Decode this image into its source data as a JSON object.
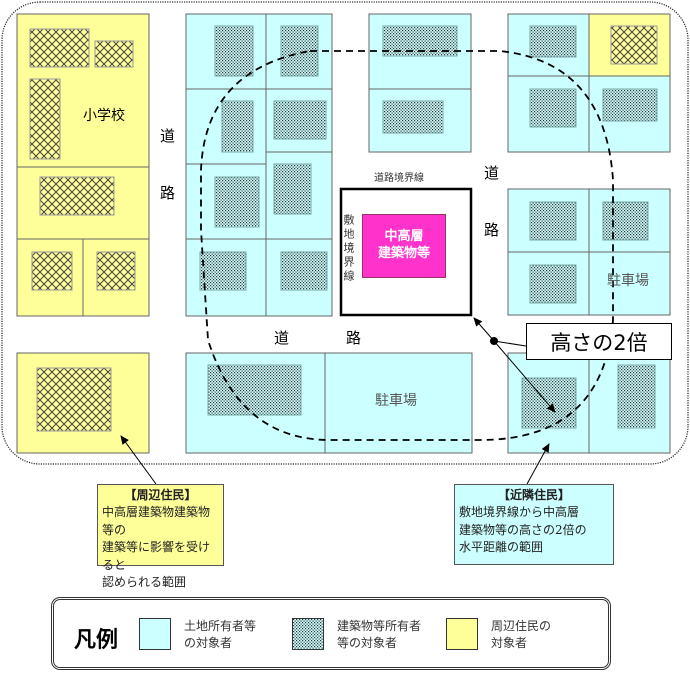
{
  "colors": {
    "land_owner_cyan": "#ccffff",
    "nearby_resident_yellow": "#ffff99",
    "target_building_magenta": "#ff33cc",
    "outline": "#555555"
  },
  "map": {
    "school_label": "小学校",
    "road_vertical_left": [
      "道",
      "路"
    ],
    "road_vertical_right": [
      "道",
      "路"
    ],
    "road_horizontal": [
      "道",
      "路"
    ],
    "road_boundary_label": "道路境界線",
    "site_boundary_label": "敷地境界線",
    "target_building": {
      "line1": "中高層",
      "line2": "建築物等"
    },
    "parking_label_right": "駐車場",
    "parking_label_bottom": "駐車場",
    "height_callout": "高さの2倍"
  },
  "notes": {
    "surrounding": {
      "title": "【周辺住民】",
      "lines": [
        "中高層建築物建築物等の",
        "建築等に影響を受けると",
        "認められる範囲"
      ]
    },
    "neighbor": {
      "title": "【近隣住民】",
      "lines": [
        "敷地境界線から中高層",
        "建築物等の高さの2倍の",
        "水平距離の範囲"
      ]
    }
  },
  "legend": {
    "title": "凡例",
    "items": [
      {
        "icon": "cyan-swatch",
        "line1": "土地所有者等",
        "line2": "の対象者"
      },
      {
        "icon": "dotted-swatch",
        "line1": "建築物等所有者",
        "line2": "等の対象者"
      },
      {
        "icon": "yellow-swatch",
        "line1": "周辺住民の",
        "line2": "対象者"
      }
    ]
  }
}
